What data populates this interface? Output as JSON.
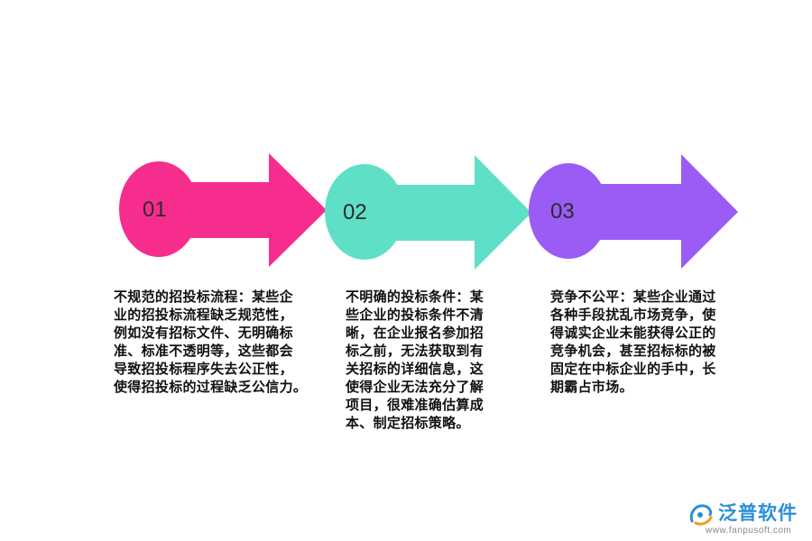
{
  "steps": [
    {
      "number": "01",
      "color": "#F72D8D",
      "text": "不规范的招投标流程：某些企\n业的招投标流程缺乏规范性，\n例如没有招标文件、无明确标\n准、标准不透明等，这些都会\n导致招投标程序失去公正性，\n使得招投标的过程缺乏公信力。"
    },
    {
      "number": "02",
      "color": "#5FE0C6",
      "text": "不明确的投标条件：某\n些企业的投标条件不清\n晰，在企业报名参加招\n标之前，无法获取到有\n关招标的详细信息，这\n使得企业无法充分了解\n项目，很难准确估算成\n本、制定招标策略。"
    },
    {
      "number": "03",
      "color": "#9B5CF6",
      "text": "竞争不公平：某些企业通过\n各种手段扰乱市场竞争，使\n得诚实企业未能获得公正的\n竞争机会，甚至招标标的被\n固定在中标企业的手中，长\n期霸占市场。"
    }
  ],
  "brand": {
    "name": "泛普软件",
    "url": "www.fanpusoft.com",
    "color": "#2B8FD6"
  }
}
